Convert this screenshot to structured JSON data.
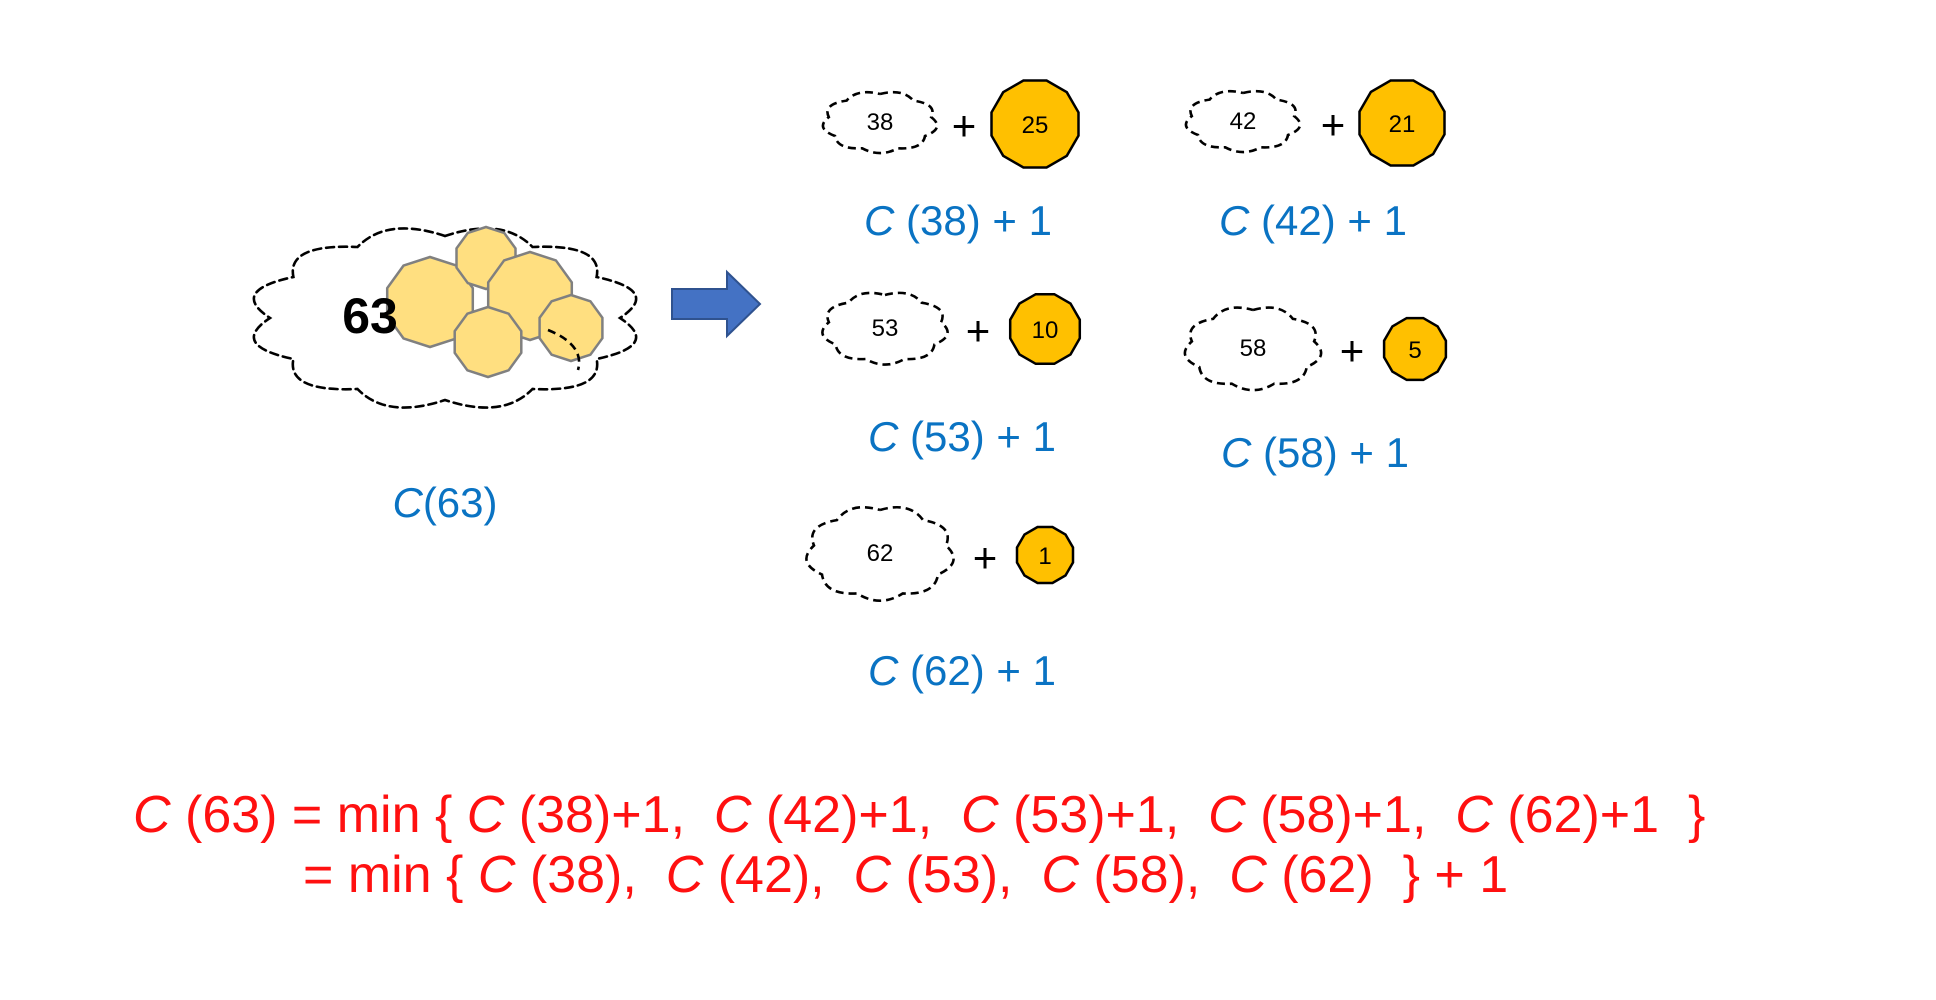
{
  "big_cloud": {
    "value": "63",
    "label_fn": "C",
    "label_arg": "(63)"
  },
  "options": [
    {
      "amount": "38",
      "coin": "25",
      "plus": "+",
      "label_fn": "C",
      "label_rest": "(38) + 1"
    },
    {
      "amount": "42",
      "coin": "21",
      "plus": "+",
      "label_fn": "C",
      "label_rest": "(42) + 1"
    },
    {
      "amount": "53",
      "coin": "10",
      "plus": "+",
      "label_fn": "C",
      "label_rest": "(53) + 1"
    },
    {
      "amount": "58",
      "coin": "5",
      "plus": "+",
      "label_fn": "C",
      "label_rest": "(58) + 1"
    },
    {
      "amount": "62",
      "coin": "1",
      "plus": "+",
      "label_fn": "C",
      "label_rest": "(62) + 1"
    }
  ],
  "formula": {
    "line1": [
      {
        "t": "C",
        "i": true
      },
      {
        "t": " (63) = min { ",
        "i": false
      },
      {
        "t": "C",
        "i": true
      },
      {
        "t": " (38)+1,  ",
        "i": false
      },
      {
        "t": "C",
        "i": true
      },
      {
        "t": " (42)+1,  ",
        "i": false
      },
      {
        "t": "C",
        "i": true
      },
      {
        "t": " (53)+1,  ",
        "i": false
      },
      {
        "t": "C",
        "i": true
      },
      {
        "t": " (58)+1,  ",
        "i": false
      },
      {
        "t": "C",
        "i": true
      },
      {
        "t": " (62)+1  }",
        "i": false
      }
    ],
    "line2": [
      {
        "t": "= min { ",
        "i": false
      },
      {
        "t": "C",
        "i": true
      },
      {
        "t": " (38),  ",
        "i": false
      },
      {
        "t": "C",
        "i": true
      },
      {
        "t": " (42),  ",
        "i": false
      },
      {
        "t": "C",
        "i": true
      },
      {
        "t": " (53),  ",
        "i": false
      },
      {
        "t": "C",
        "i": true
      },
      {
        "t": " (58),  ",
        "i": false
      },
      {
        "t": "C",
        "i": true
      },
      {
        "t": " (62)  } + 1",
        "i": false
      }
    ]
  },
  "colors": {
    "coin_fill": "#ffc000",
    "coin_light": "#ffdf80",
    "label": "#0a73c3",
    "formula": "#ff1010",
    "arrow": "#4472c4"
  }
}
